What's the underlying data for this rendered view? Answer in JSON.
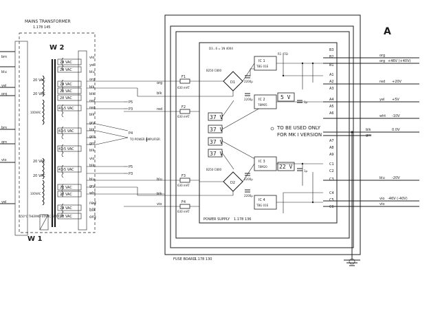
{
  "transformer": {
    "title": "MAINS TRANSFORMER",
    "part_no": "1.178 145",
    "w2_label": "W 2",
    "w1_label": "W 1",
    "thermal_switch": "150°C THERMO-STATIC SWITCH",
    "left_labels": [
      "brn",
      "blu",
      "yel",
      "org",
      "brn",
      "grn",
      "vio",
      "yel"
    ],
    "secondaries": [
      {
        "label": "28 VAC",
        "wire": "vio"
      },
      {
        "label": "28 VAC",
        "wire": "yel"
      },
      {
        "label": "28 VAC",
        "wire": "blu"
      },
      {
        "label": "28 VAC",
        "wire": "org"
      },
      {
        "label": "28 VAC",
        "wire": "blk"
      },
      {
        "label": "41.5 VAC",
        "wire": "red"
      },
      {
        "label": "41.5 VAC",
        "wire": "red"
      },
      {
        "label": "41.5 VAC",
        "wire": "grn"
      },
      {
        "label": "41.5 VAC",
        "wire": "blk"
      },
      {
        "label": "41.5 VAC",
        "wire": "gry"
      },
      {
        "label": "28 VAC",
        "wire": "blu"
      },
      {
        "label": "28 VAC",
        "wire": "gry"
      },
      {
        "label": "28 VAC",
        "wire": "wht"
      },
      {
        "label": "28 VAC",
        "wire": "red"
      }
    ],
    "primary_labels": [
      "20 VAC",
      "20 VAC",
      "100VAC",
      "20 VAC",
      "20 VAC",
      "100VAC"
    ],
    "extra_wires": [
      "blk",
      "org",
      "blk",
      "blk",
      "grn",
      "vio",
      "blk",
      "red",
      "blk",
      "org"
    ]
  },
  "power_amplifier": {
    "label": "TO POWER AMPLIFIER",
    "marker": "I",
    "pins": [
      "P5",
      "P3",
      "P4",
      "P5",
      "P3"
    ]
  },
  "fuse_board": {
    "label": "FUSE BOARD",
    "part_no": "1.178 130",
    "fuses": [
      {
        "id": "F1",
        "rating": "630 mAT"
      },
      {
        "id": "F2",
        "rating": "630 mAT"
      },
      {
        "id": "F3",
        "rating": "630 mAT"
      },
      {
        "id": "F4",
        "rating": "630 mAT"
      }
    ],
    "wire_in": [
      "org",
      "blk",
      "red",
      "blu",
      "blk",
      "vio"
    ]
  },
  "power_supply": {
    "label": "POWER SUPPLY",
    "part_no": "1.178 136",
    "diode_note": "D3...6 = 1N 4004",
    "bridges": [
      {
        "id": "D1",
        "type": "B250 C800"
      },
      {
        "id": "D2",
        "type": "B250 C800"
      }
    ],
    "regulators": [
      {
        "id": "IC 1",
        "type": "TBG 01E",
        "extra": "R1 47Ω"
      },
      {
        "id": "IC 2",
        "type": "78M05"
      },
      {
        "id": "IC 3",
        "type": "78M20"
      },
      {
        "id": "IC 4",
        "type": "TBG 01E"
      }
    ],
    "caps": [
      "2200µ",
      "2200µ",
      "2200µ",
      "2200µ",
      "1µ",
      "1µ"
    ],
    "voltage_boxes": [
      "37 V",
      "37 V",
      "37 V",
      "37 V",
      "5 V",
      "22 V"
    ],
    "note_line1": "TO BE USED ONLY",
    "note_line2": "FOR MK I VERSION",
    "pins": [
      "B3",
      "B2",
      "B1",
      "A1",
      "A2",
      "A3",
      "A4",
      "A5",
      "A6",
      "A7",
      "A8",
      "A9",
      "C1",
      "C2",
      "C3",
      "C4",
      "C5",
      "C6"
    ]
  },
  "outputs": [
    {
      "wire": "org",
      "voltage": ""
    },
    {
      "wire": "org",
      "voltage": "+46V (+40V)"
    },
    {
      "wire": "red",
      "voltage": "+20V"
    },
    {
      "wire": "yel",
      "voltage": "+5V"
    },
    {
      "wire": "wht",
      "voltage": "-10V"
    },
    {
      "wire": "blk",
      "voltage": "0.0V"
    },
    {
      "wire": "grn",
      "voltage": ""
    },
    {
      "wire": "blu",
      "voltage": "-20V"
    },
    {
      "wire": "vio",
      "voltage": "-46V (-40V)"
    },
    {
      "wire": "vio",
      "voltage": ""
    }
  ],
  "sheet_marker": "A"
}
